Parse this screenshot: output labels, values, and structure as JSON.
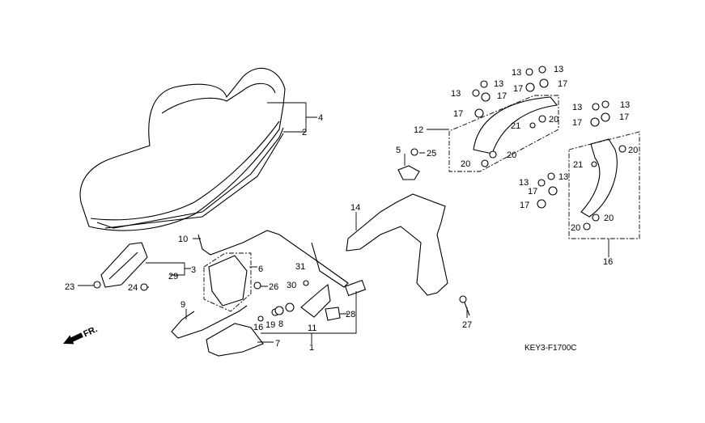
{
  "diagram_code": "KEY3-F1700C",
  "direction_marker": "FR.",
  "callouts": {
    "seat_assy": "4",
    "seat": "2",
    "hinge": "3",
    "hinge_spring": "29",
    "seat_lock": "6",
    "lock_bolt": "26",
    "hinge_bolt": "23",
    "hinge_nut": "24",
    "seat_cable": "10",
    "lock_cable": "9",
    "lock_cover": "7",
    "key_cylinder_set": "1",
    "cyl_screw": "16",
    "washer": "19",
    "cam": "8",
    "spring": "30",
    "screw": "31",
    "bracket_11": "11",
    "clip": "28",
    "bolt_27": "27",
    "seat_bracket": "14",
    "holder": "5",
    "holder_bolt": "25",
    "grab_rail": "12",
    "rear_grip": "16",
    "rail_fasteners": [
      {
        "label": "13"
      },
      {
        "label": "13"
      },
      {
        "label": "17"
      },
      {
        "label": "17"
      },
      {
        "label": "13"
      },
      {
        "label": "13"
      },
      {
        "label": "17"
      },
      {
        "label": "17"
      },
      {
        "label": "21"
      },
      {
        "label": "20"
      },
      {
        "label": "20"
      },
      {
        "label": "20"
      }
    ],
    "grip_fasteners": [
      {
        "label": "13"
      },
      {
        "label": "13"
      },
      {
        "label": "17"
      },
      {
        "label": "17"
      },
      {
        "label": "20"
      },
      {
        "label": "21"
      },
      {
        "label": "13"
      },
      {
        "label": "13"
      },
      {
        "label": "17"
      },
      {
        "label": "17"
      },
      {
        "label": "20"
      },
      {
        "label": "20"
      }
    ]
  }
}
